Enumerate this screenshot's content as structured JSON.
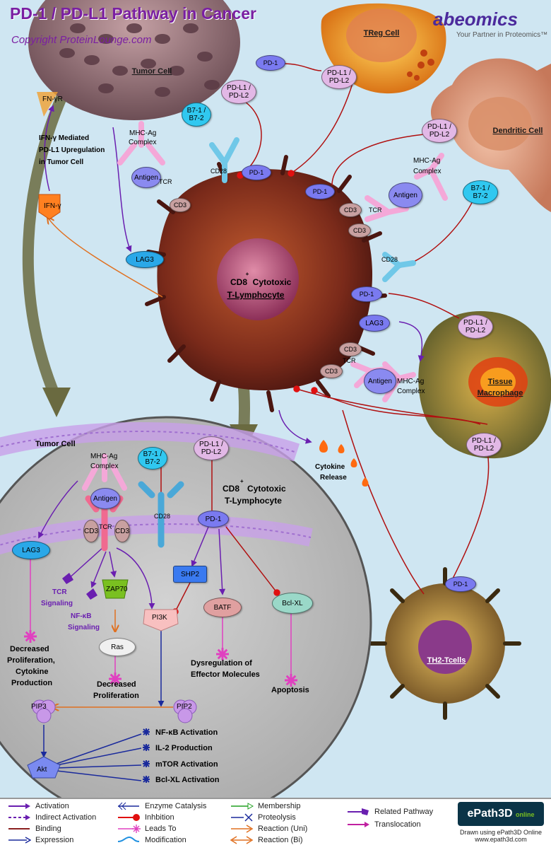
{
  "title": "PD-1 /  PD-L1 Pathway in Cancer",
  "copyright": "Copyright ProteinLounge.com",
  "brand": {
    "name": "abeomics",
    "tagline": "Your Partner in Proteomics™"
  },
  "cells": {
    "tumor": "Tumor Cell",
    "treg": "TReg Cell",
    "dendritic": "Dendritic Cell",
    "cd8_line1": "CD8",
    "cd8_sup": "+",
    "cd8_cytotoxic": "Cytotoxic",
    "cd8_line2": "T-Lymphocyte",
    "macrophage_line1": "Tissue",
    "macrophage_line2": "Macrophage",
    "th2": "TH2-Tcells"
  },
  "labels": {
    "pd1": "PD-1",
    "pdl1_l1": "PD-L1 /",
    "pdl1_l2": "PD-L2",
    "b7_l1": "B7-1 /",
    "b7_l2": "B7-2",
    "cd28": "CD28",
    "cd3": "CD3",
    "tcr": "TCR",
    "antigen": "Antigen",
    "lag3": "LAG3",
    "mhc_l1": "MHC-Ag",
    "mhc_l2": "Complex",
    "fngr": "FN-γR",
    "ifng": "IFN-γ",
    "ifn_note_l1": "IFN-γ Mediated",
    "ifn_note_l2": "PD-L1 Upregulation",
    "ifn_note_l3": "in Tumor Cell",
    "cytokine_l1": "Cytokine",
    "cytokine_l2": "Release"
  },
  "zoom": {
    "tumor_cell": "Tumor Cell",
    "cd8_line1": "CD8",
    "cd8_sup": "+",
    "cd8_cytotoxic": "Cytotoxic",
    "cd8_line2": "T-Lymphocyte",
    "shp2": "SHP2",
    "batf": "BATF",
    "bclxl": "Bcl-XL",
    "zap70": "ZAP70",
    "pi3k": "PI3K",
    "ras": "Ras",
    "pip3": "PIP3",
    "pip2": "PIP2",
    "akt": "Akt",
    "tcr_sig_l1": "TCR",
    "tcr_sig_l2": "Signaling",
    "nfkb_sig_l1": "NF-κB",
    "nfkb_sig_l2": "Signaling",
    "dec_prolif_l1": "Decreased",
    "dec_prolif_l2": "Proliferation,",
    "dec_prolif_l3": "Cytokine",
    "dec_prolif_l4": "Production",
    "dec_l1": "Decreased",
    "dec_l2": "Proliferation",
    "dysreg_l1": "Dysregulation of",
    "dysreg_l2": "Effector Molecules",
    "apoptosis": "Apoptosis",
    "out1": "NF-κB Activation",
    "out2": "IL-2 Production",
    "out3": "mTOR Activation",
    "out4": "Bcl-XL Activation"
  },
  "legend": {
    "activation": "Activation",
    "indirect": "Indirect Activation",
    "binding": "Binding",
    "expression": "Expression",
    "enzyme": "Enzyme Catalysis",
    "inhibition": "Inhbition",
    "leads": "Leads To",
    "modification": "Modification",
    "membership": "Membership",
    "proteolysis": "Proteolysis",
    "reaction_uni": "Reaction (Uni)",
    "reaction_bi": "Reaction (Bi)",
    "related": "Related Pathway",
    "translocation": "Translocation",
    "epath_name": "ePath3D",
    "epath_sub": "online",
    "drawn_l1": "Drawn using ePath3D Online",
    "drawn_l2": "www.epath3d.com"
  },
  "colors": {
    "title": "#7a1fa2",
    "pd1_fill": "#7a7af0",
    "pdl1_fill": "#e2b8e6",
    "b7_fill": "#30c8f0",
    "inhibition": "#e01010",
    "activation": "#6a1fb0"
  }
}
